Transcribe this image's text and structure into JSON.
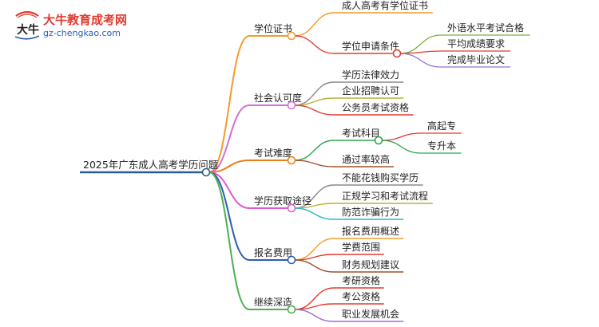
{
  "logo": {
    "title": "大牛教育成考网",
    "url": "gz-chengkao.com",
    "mark_text": "大牛"
  },
  "root": {
    "label": "2025年广东成人高考学历问题"
  },
  "branches": [
    {
      "label": "学位证书",
      "color": "#f39a2b",
      "children": [
        {
          "label": "成人高考有学位证书",
          "color": "#f39a2b",
          "children": []
        },
        {
          "label": "学位申请条件",
          "color": "#e23a2e",
          "children": [
            {
              "label": "外语水平考试合格",
              "color": "#7bb23a"
            },
            {
              "label": "平均成绩要求",
              "color": "#e23a2e"
            },
            {
              "label": "完成毕业论文",
              "color": "#9b6fd0"
            }
          ]
        }
      ]
    },
    {
      "label": "社会认可度",
      "color": "#d46fd6",
      "children": [
        {
          "label": "学历法律效力",
          "color": "#8a8a8a",
          "children": []
        },
        {
          "label": "企业招聘认可",
          "color": "#b9b232",
          "children": []
        },
        {
          "label": "公务员考试资格",
          "color": "#e23a2e",
          "children": []
        }
      ]
    },
    {
      "label": "考试难度",
      "color": "#f07c16",
      "children": [
        {
          "label": "考试科目",
          "color": "#2aa84a",
          "children": [
            {
              "label": "高起专",
              "color": "#e23a2e"
            },
            {
              "label": "专升本",
              "color": "#2aa84a"
            }
          ]
        },
        {
          "label": "通过率较高",
          "color": "#a0522d",
          "children": []
        }
      ]
    },
    {
      "label": "学历获取途径",
      "color": "#e05ad0",
      "children": [
        {
          "label": "不能花钱购买学历",
          "color": "#8a8a8a",
          "children": []
        },
        {
          "label": "正规学习和考试流程",
          "color": "#b9b232",
          "children": []
        },
        {
          "label": "防范诈骗行为",
          "color": "#2ab6c8",
          "children": []
        }
      ]
    },
    {
      "label": "报名费用",
      "color": "#2a5db0",
      "children": [
        {
          "label": "报名费用概述",
          "color": "#f39a2b",
          "children": []
        },
        {
          "label": "学费范围",
          "color": "#e23a2e",
          "children": []
        },
        {
          "label": "财务规划建议",
          "color": "#a0522d",
          "children": []
        }
      ]
    },
    {
      "label": "继续深造",
      "color": "#4caf50",
      "children": [
        {
          "label": "考研资格",
          "color": "#e23a2e",
          "children": []
        },
        {
          "label": "考公资格",
          "color": "#e23a2e",
          "children": []
        },
        {
          "label": "职业发展机会",
          "color": "#9b6fd0",
          "children": []
        }
      ]
    }
  ],
  "colors": {
    "root_line": "#2a5d8f",
    "text": "#222222"
  }
}
